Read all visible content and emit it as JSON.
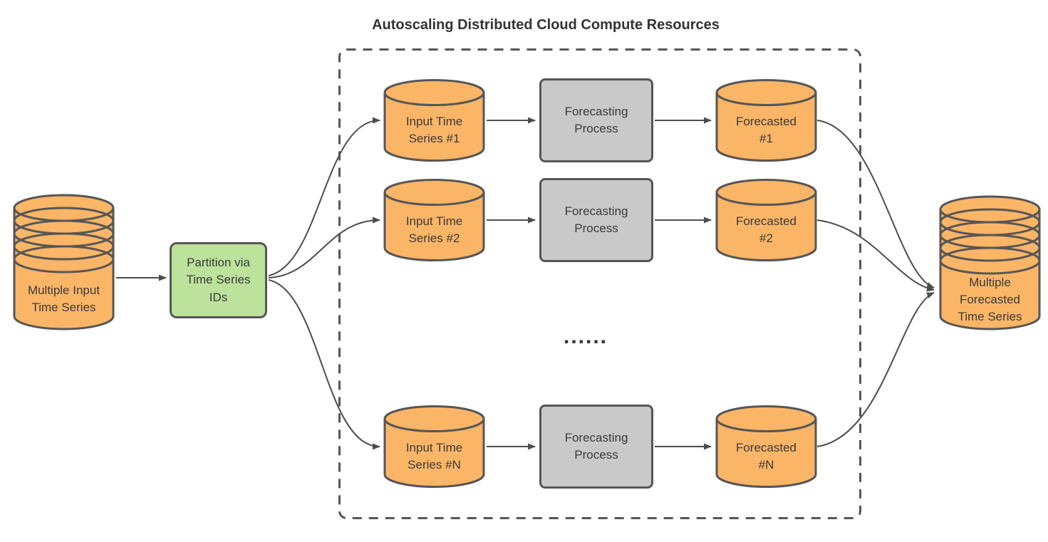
{
  "title": "Autoscaling Distributed Cloud Compute Resources",
  "input_store": {
    "label": "Multiple Input Time Series"
  },
  "partition": {
    "label": "Partition via Time Series IDs"
  },
  "cluster": {
    "ellipsis": "......",
    "rows": [
      {
        "input": "Input Time Series #1",
        "process": "Forecasting Process",
        "output": "Forecasted #1"
      },
      {
        "input": "Input Time Series #2",
        "process": "Forecasting Process",
        "output": "Forecasted #2"
      },
      {
        "input": "Input Time Series #N",
        "process": "Forecasting Process",
        "output": "Forecasted #N"
      }
    ]
  },
  "output_store": {
    "label": "Multiple Forecasted Time Series"
  },
  "colors": {
    "store_fill": "#FBB567",
    "partition_fill": "#BCE29B",
    "process_fill": "#C9C9C9",
    "stroke": "#565656",
    "connector": "#4D4D4D",
    "text": "#3A3A3A"
  }
}
